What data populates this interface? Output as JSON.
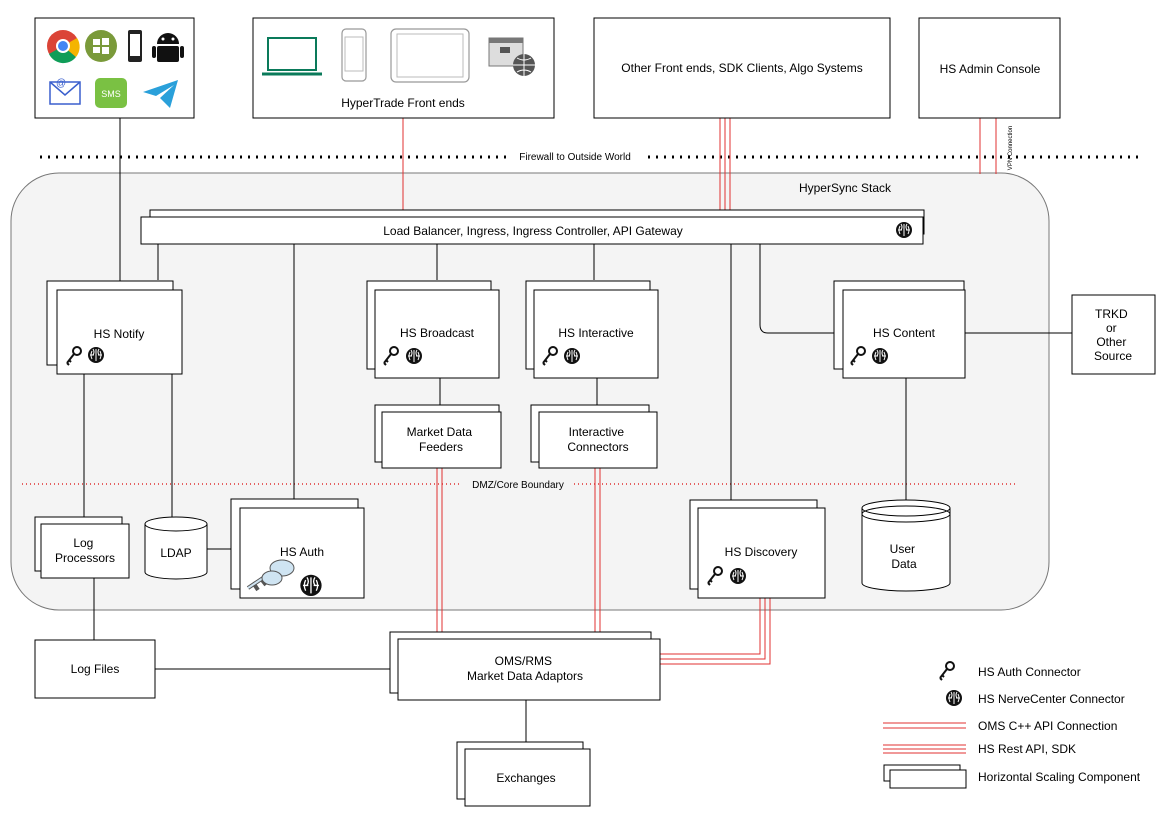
{
  "stack_label": "HyperSync Stack",
  "firewall_label": "Firewall to Outside World",
  "dmz_label": "DMZ/Core Boundary",
  "vpn_label": "VPN Connection",
  "frontends": {
    "hypertrade": "HyperTrade Front ends",
    "other": "Other Front ends, SDK Clients, Algo Systems",
    "admin": "HS Admin Console"
  },
  "load_balancer": "Load Balancer, Ingress, Ingress Controller, API Gateway",
  "services": {
    "notify": "HS Notify",
    "broadcast": "HS Broadcast",
    "interactive": "HS Interactive",
    "content": "HS Content",
    "auth": "HS Auth",
    "discovery": "HS Discovery"
  },
  "market_data_feeders": [
    "Market Data",
    "Feeders"
  ],
  "interactive_connectors": [
    "Interactive",
    "Connectors"
  ],
  "log_processors": [
    "Log",
    "Processors"
  ],
  "ldap": "LDAP",
  "user_data": [
    "User",
    "Data"
  ],
  "trkd": [
    "TRKD",
    "or",
    "Other",
    "Source"
  ],
  "log_files": "Log Files",
  "oms": [
    "OMS/RMS",
    "Market Data Adaptors"
  ],
  "exchanges": "Exchanges",
  "sms_label": "SMS",
  "legend": {
    "auth_connector": "HS Auth Connector",
    "nervecenter_connector": "HS NerveCenter Connector",
    "oms_api": "OMS C++ API Connection",
    "rest_api": "HS Rest API, SDK",
    "scaling": "Horizontal Scaling Component"
  }
}
